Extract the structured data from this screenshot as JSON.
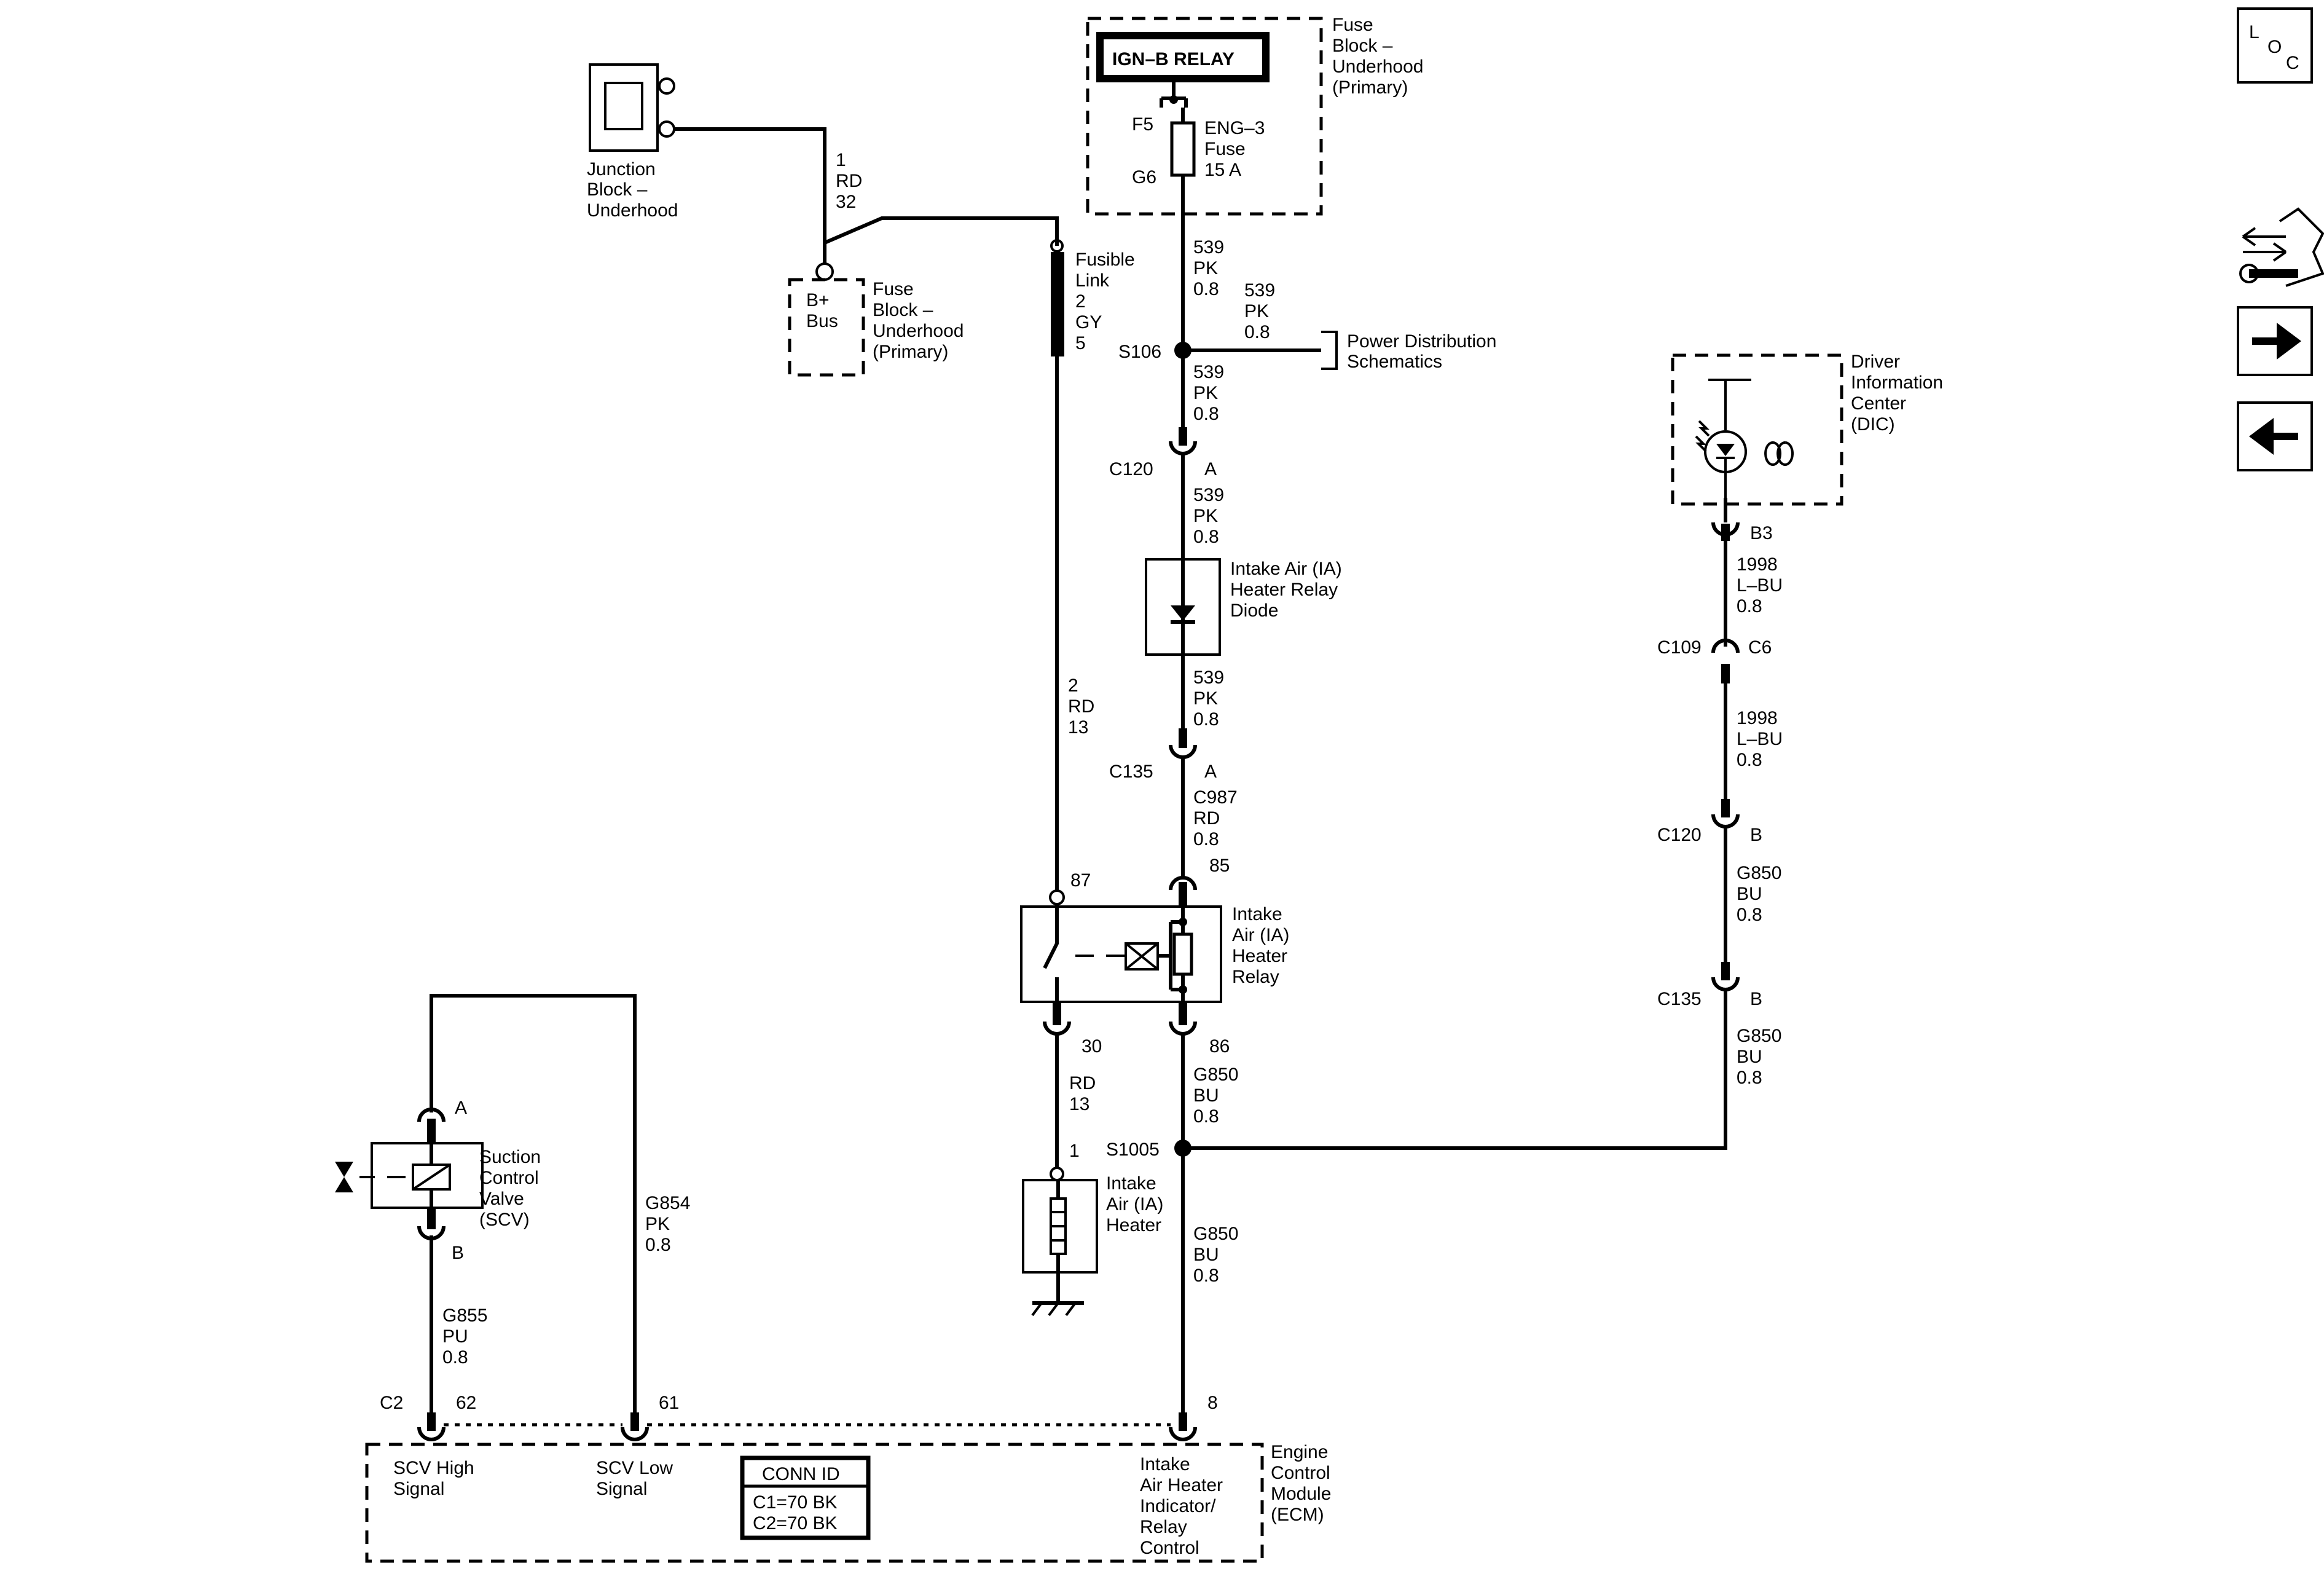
{
  "nav": {
    "loc_l": "L",
    "loc_o": "O",
    "loc_c": "C"
  },
  "fuse_top": {
    "relay": "IGN–B RELAY",
    "title": [
      "Fuse",
      "Block –",
      "Underhood",
      "(Primary)"
    ],
    "pin_in": "F5",
    "pin_out": "G6",
    "fuse": [
      "ENG–3",
      "Fuse",
      "15 A"
    ]
  },
  "junction": {
    "title": [
      "Junction",
      "Block –",
      "Underhood"
    ]
  },
  "wire_jb": [
    "1",
    "RD",
    "32"
  ],
  "bplus": {
    "label": [
      "B+",
      "Bus"
    ],
    "title": [
      "Fuse",
      "Block –",
      "Underhood",
      "(Primary)"
    ]
  },
  "fusible_link": [
    "Fusible",
    "Link",
    "2",
    "GY",
    "5"
  ],
  "wire_539_a": [
    "539",
    "PK",
    "0.8"
  ],
  "wire_539_b": [
    "539",
    "PK",
    "0.8"
  ],
  "wire_539_c": [
    "539",
    "PK",
    "0.8"
  ],
  "wire_539_d": [
    "539",
    "PK",
    "0.8"
  ],
  "wire_539_e": [
    "539",
    "PK",
    "0.8"
  ],
  "splice_s106": "S106",
  "power_dist": [
    "Power Distribution",
    "Schematics"
  ],
  "c120_a": {
    "conn": "C120",
    "pin": "A"
  },
  "diode_title": [
    "Intake Air (IA)",
    "Heater Relay",
    "Diode"
  ],
  "c135_a": {
    "conn": "C135",
    "pin": "A"
  },
  "wire_c987": [
    "C987",
    "RD",
    "0.8"
  ],
  "wire_rd13_top": [
    "2",
    "RD",
    "13"
  ],
  "relay": {
    "pin87": "87",
    "pin85": "85",
    "pin30": "30",
    "pin86": "86",
    "title": [
      "Intake",
      "Air (IA)",
      "Heater",
      "Relay"
    ]
  },
  "wire_rd13_bot": [
    "RD",
    "13"
  ],
  "wire_g850_a": [
    "G850",
    "BU",
    "0.8"
  ],
  "splice_s1005": "S1005",
  "heater": {
    "pin": "1",
    "title": [
      "Intake",
      "Air (IA)",
      "Heater"
    ]
  },
  "wire_g850_b": [
    "G850",
    "BU",
    "0.8"
  ],
  "dic": {
    "title": [
      "Driver",
      "Information",
      "Center",
      "(DIC)"
    ],
    "pin": "B3"
  },
  "wire_1998_a": [
    "1998",
    "L–BU",
    "0.8"
  ],
  "c109": {
    "conn": "C109",
    "pin": "C6"
  },
  "wire_1998_b": [
    "1998",
    "L–BU",
    "0.8"
  ],
  "c120_b": {
    "conn": "C120",
    "pin": "B"
  },
  "wire_g850_c": [
    "G850",
    "BU",
    "0.8"
  ],
  "c135_b": {
    "conn": "C135",
    "pin": "B"
  },
  "wire_g850_d": [
    "G850",
    "BU",
    "0.8"
  ],
  "scv": {
    "pinA": "A",
    "pinB": "B",
    "title": [
      "Suction",
      "Control",
      "Valve",
      "(SCV)"
    ]
  },
  "wire_g855": [
    "G855",
    "PU",
    "0.8"
  ],
  "wire_g854": [
    "G854",
    "PK",
    "0.8"
  ],
  "ecm": {
    "conn": "C2",
    "pin62": "62",
    "pin61": "61",
    "pin8": "8",
    "scv_high": [
      "SCV High",
      "Signal"
    ],
    "scv_low": [
      "SCV Low",
      "Signal"
    ],
    "conn_id_title": "CONN ID",
    "conn_id": [
      "C1=70 BK",
      "C2=70 BK"
    ],
    "intake_ctrl": [
      "Intake",
      "Air Heater",
      "Indicator/",
      "Relay",
      "Control"
    ],
    "title": [
      "Engine",
      "Control",
      "Module",
      "(ECM)"
    ]
  }
}
